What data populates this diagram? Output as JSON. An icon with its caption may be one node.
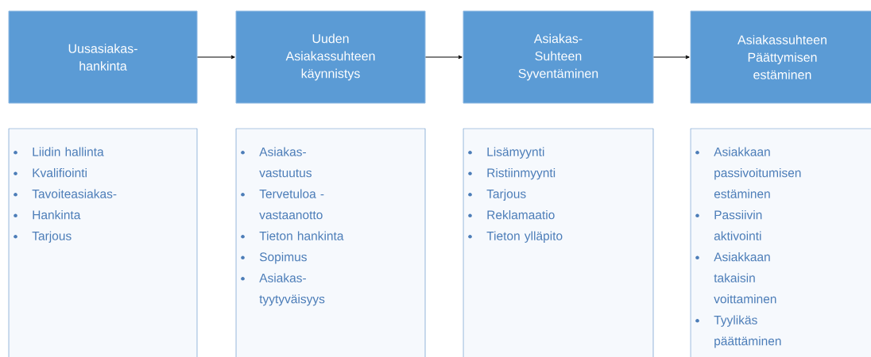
{
  "diagram": {
    "nodes": [
      {
        "text": [
          "Uusasiakas- hankinta"
        ]
      },
      {
        "text": [
          "Uuden Asiakassuhteen käynnistys"
        ]
      },
      {
        "text": [
          "Asiakas- Suhteen Syventäminen"
        ]
      },
      {
        "text": [
          "Asiakassuhteen Päättymisen estäminen"
        ]
      },
      {
        "text": [
          "Liidin hallinta",
          "Kvalifiointi",
          "Tavoiteasiakas-",
          "Hankinta",
          "Tarjous"
        ]
      },
      {
        "text": [
          "Asiakas- vastuutus",
          "Tervetuloa - vastaanotto",
          "Tieton hankinta",
          "Sopimus",
          "Asiakas- tyytyväisyys"
        ]
      },
      {
        "text": [
          "Lisämyynti",
          "Ristiinmyynti",
          "Tarjous",
          "Reklamaatio",
          "Tieton ylläpito"
        ]
      },
      {
        "text": [
          "Asiakkaan passivoitumisen estäminen",
          "Passiivin aktivointi",
          "Asiakkaan takaisin voittaminen",
          "Tyylikäs päättäminen"
        ]
      }
    ],
    "edges": [
      {
        "from": 0,
        "to": 1,
        "arrow": "to"
      },
      {
        "from": 1,
        "to": 2,
        "arrow": "to"
      },
      {
        "from": 2,
        "to": 3,
        "arrow": "to"
      }
    ]
  }
}
